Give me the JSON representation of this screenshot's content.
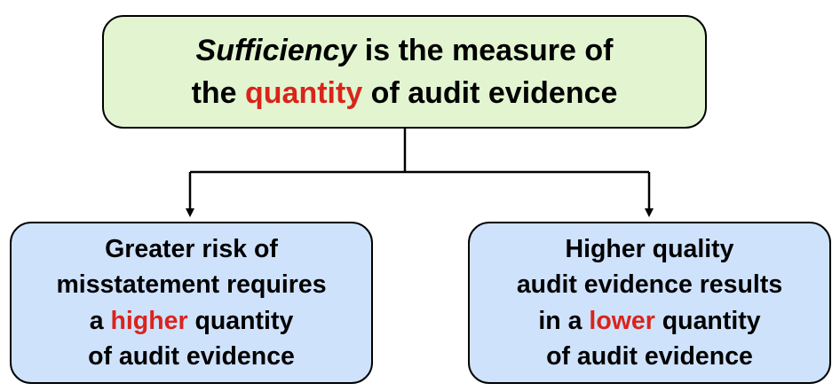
{
  "colors": {
    "highlight": "#d9241c",
    "top_fill": "#e2f5d0",
    "bottom_fill": "#cfe2fc",
    "stroke": "#000000"
  },
  "top": {
    "line1_italic": "Sufficiency",
    "line1_rest": " is the measure of",
    "line2_pre": "the ",
    "line2_em": "quantity",
    "line2_post": " of audit evidence"
  },
  "left": {
    "line1": "Greater risk of",
    "line2": "misstatement requires",
    "line3_pre": "a ",
    "line3_em": "higher",
    "line3_post": " quantity",
    "line4": "of audit evidence"
  },
  "right": {
    "line1": "Higher quality",
    "line2": "audit evidence results",
    "line3_pre": "in a ",
    "line3_em": "lower",
    "line3_post": " quantity",
    "line4": "of audit evidence"
  }
}
